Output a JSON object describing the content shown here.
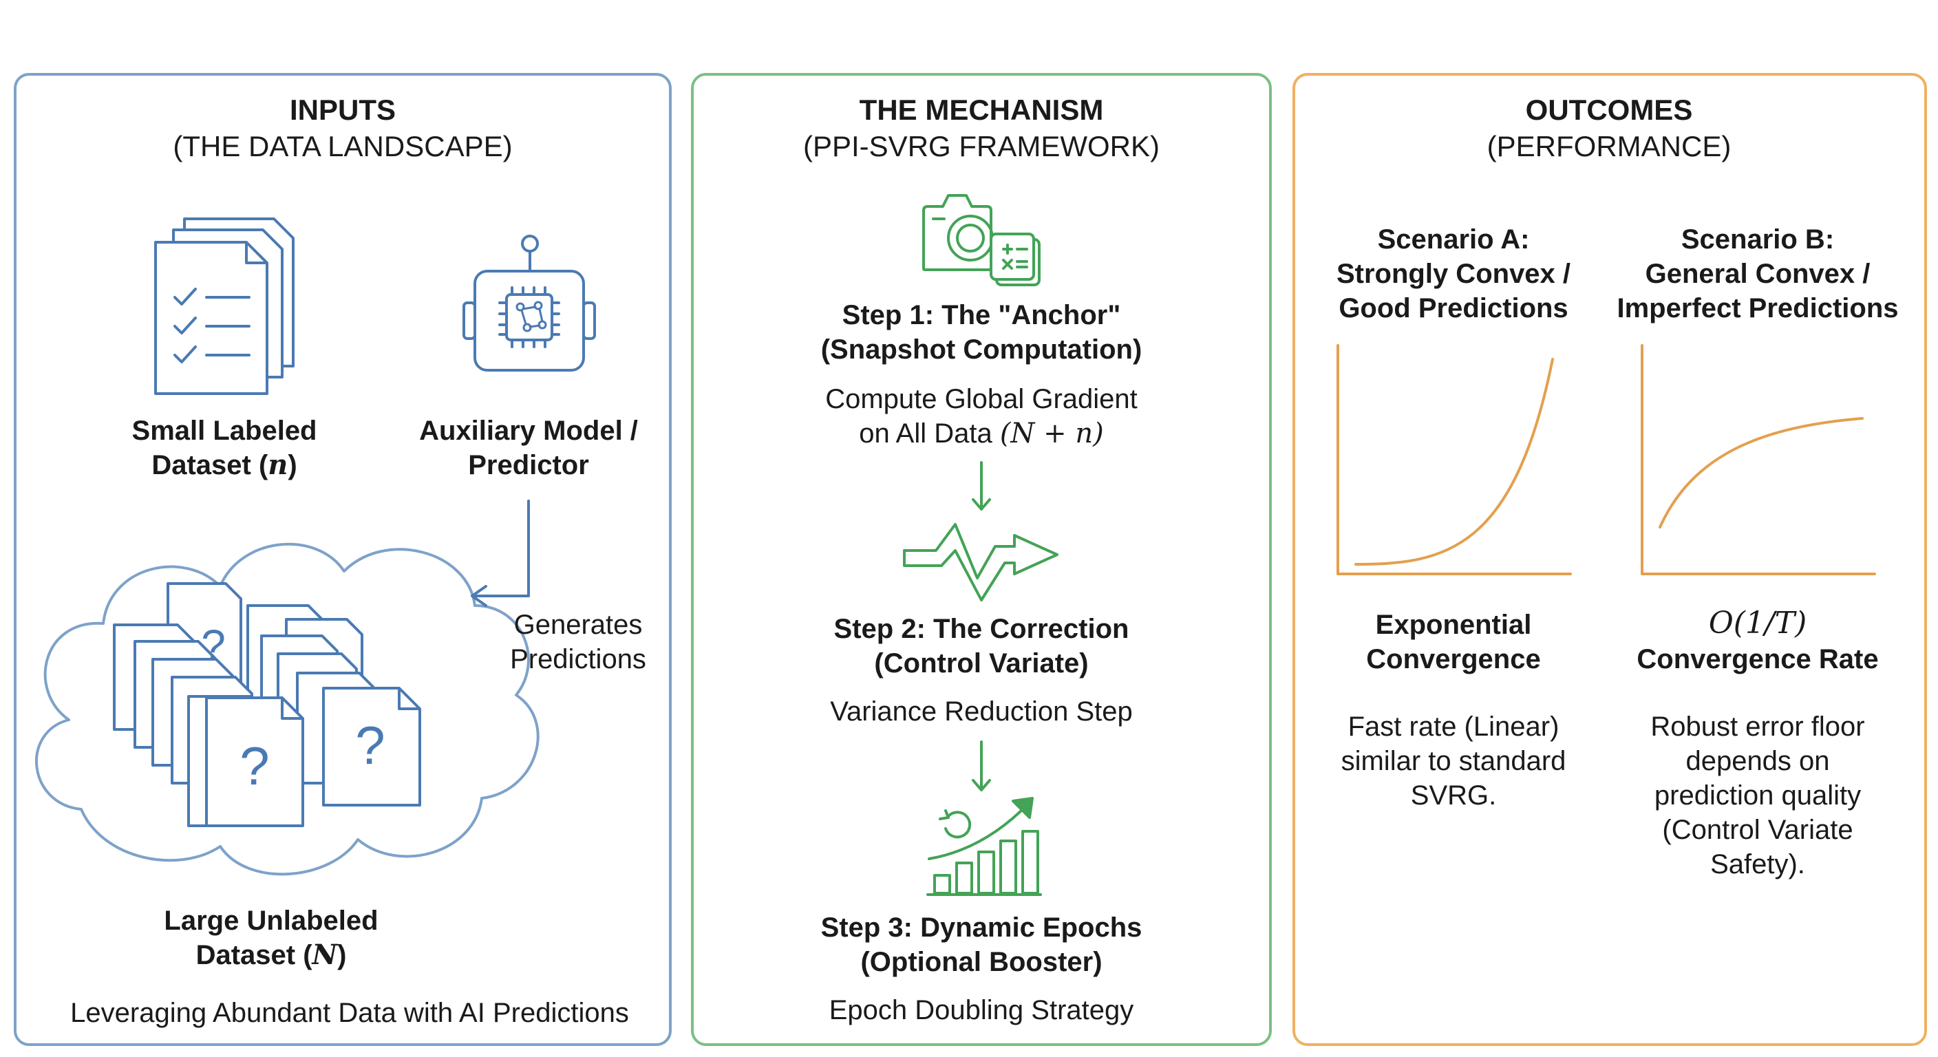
{
  "colors": {
    "inputs_accent": "#7ea2c9",
    "icon_blue": "#4a7ab3",
    "mechanism_accent": "#7cbf84",
    "icon_green": "#43a356",
    "outcomes_accent": "#f0b062",
    "curve_orange": "#e3a04f"
  },
  "inputs": {
    "title": "INPUTS",
    "subtitle": "(THE DATA LANDSCAPE)",
    "small_dataset": {
      "line1": "Small Labeled",
      "line2_text": "Dataset (",
      "line2_var": "n",
      "line2_close": ")",
      "icon": "checklist-documents-icon"
    },
    "auxiliary_model": {
      "line1": "Auxiliary Model /",
      "line2": "Predictor",
      "icon": "ai-chip-robot-icon"
    },
    "arrow_label": {
      "line1": "Generates",
      "line2": "Predictions"
    },
    "large_dataset": {
      "line1": "Large Unlabeled",
      "line2_text": "Dataset (",
      "line2_var": "N",
      "line2_close": ")",
      "icon": "cloud-unlabeled-documents-icon"
    },
    "footer": "Leveraging Abundant Data with AI Predictions"
  },
  "mechanism": {
    "title": "THE MECHANISM",
    "subtitle": "(PPI-SVRG FRAMEWORK)",
    "step1": {
      "icon": "camera-calculator-icon",
      "title": "Step 1: The \"Anchor\"",
      "subtitle": "(Snapshot Computation)",
      "desc1": "Compute Global Gradient",
      "desc2_text": "on All Data ",
      "desc2_math": "(N + n)"
    },
    "step2": {
      "icon": "zigzag-arrow-icon",
      "title": "Step 2: The Correction",
      "subtitle": "(Control Variate)",
      "desc": "Variance Reduction Step"
    },
    "step3": {
      "icon": "growth-chart-icon",
      "title": "Step 3: Dynamic Epochs",
      "subtitle": "(Optional Booster)",
      "desc": "Epoch Doubling Strategy"
    }
  },
  "outcomes": {
    "title": "OUTCOMES",
    "subtitle": "(PERFORMANCE)",
    "scenario_a": {
      "line1": "Scenario A:",
      "line2": "Strongly Convex /",
      "line3": "Good Predictions",
      "curve": "exponential",
      "result1": "Exponential",
      "result2": "Convergence",
      "desc": [
        "Fast rate (Linear)",
        "similar to standard",
        "SVRG."
      ]
    },
    "scenario_b": {
      "line1": "Scenario B:",
      "line2": "General Convex /",
      "line3": "Imperfect Predictions",
      "curve": "saturating",
      "result_math": "O(1/T)",
      "result2": "Convergence Rate",
      "desc": [
        "Robust error floor",
        "depends on",
        "prediction quality",
        "(Control Variate",
        "Safety)."
      ]
    }
  }
}
